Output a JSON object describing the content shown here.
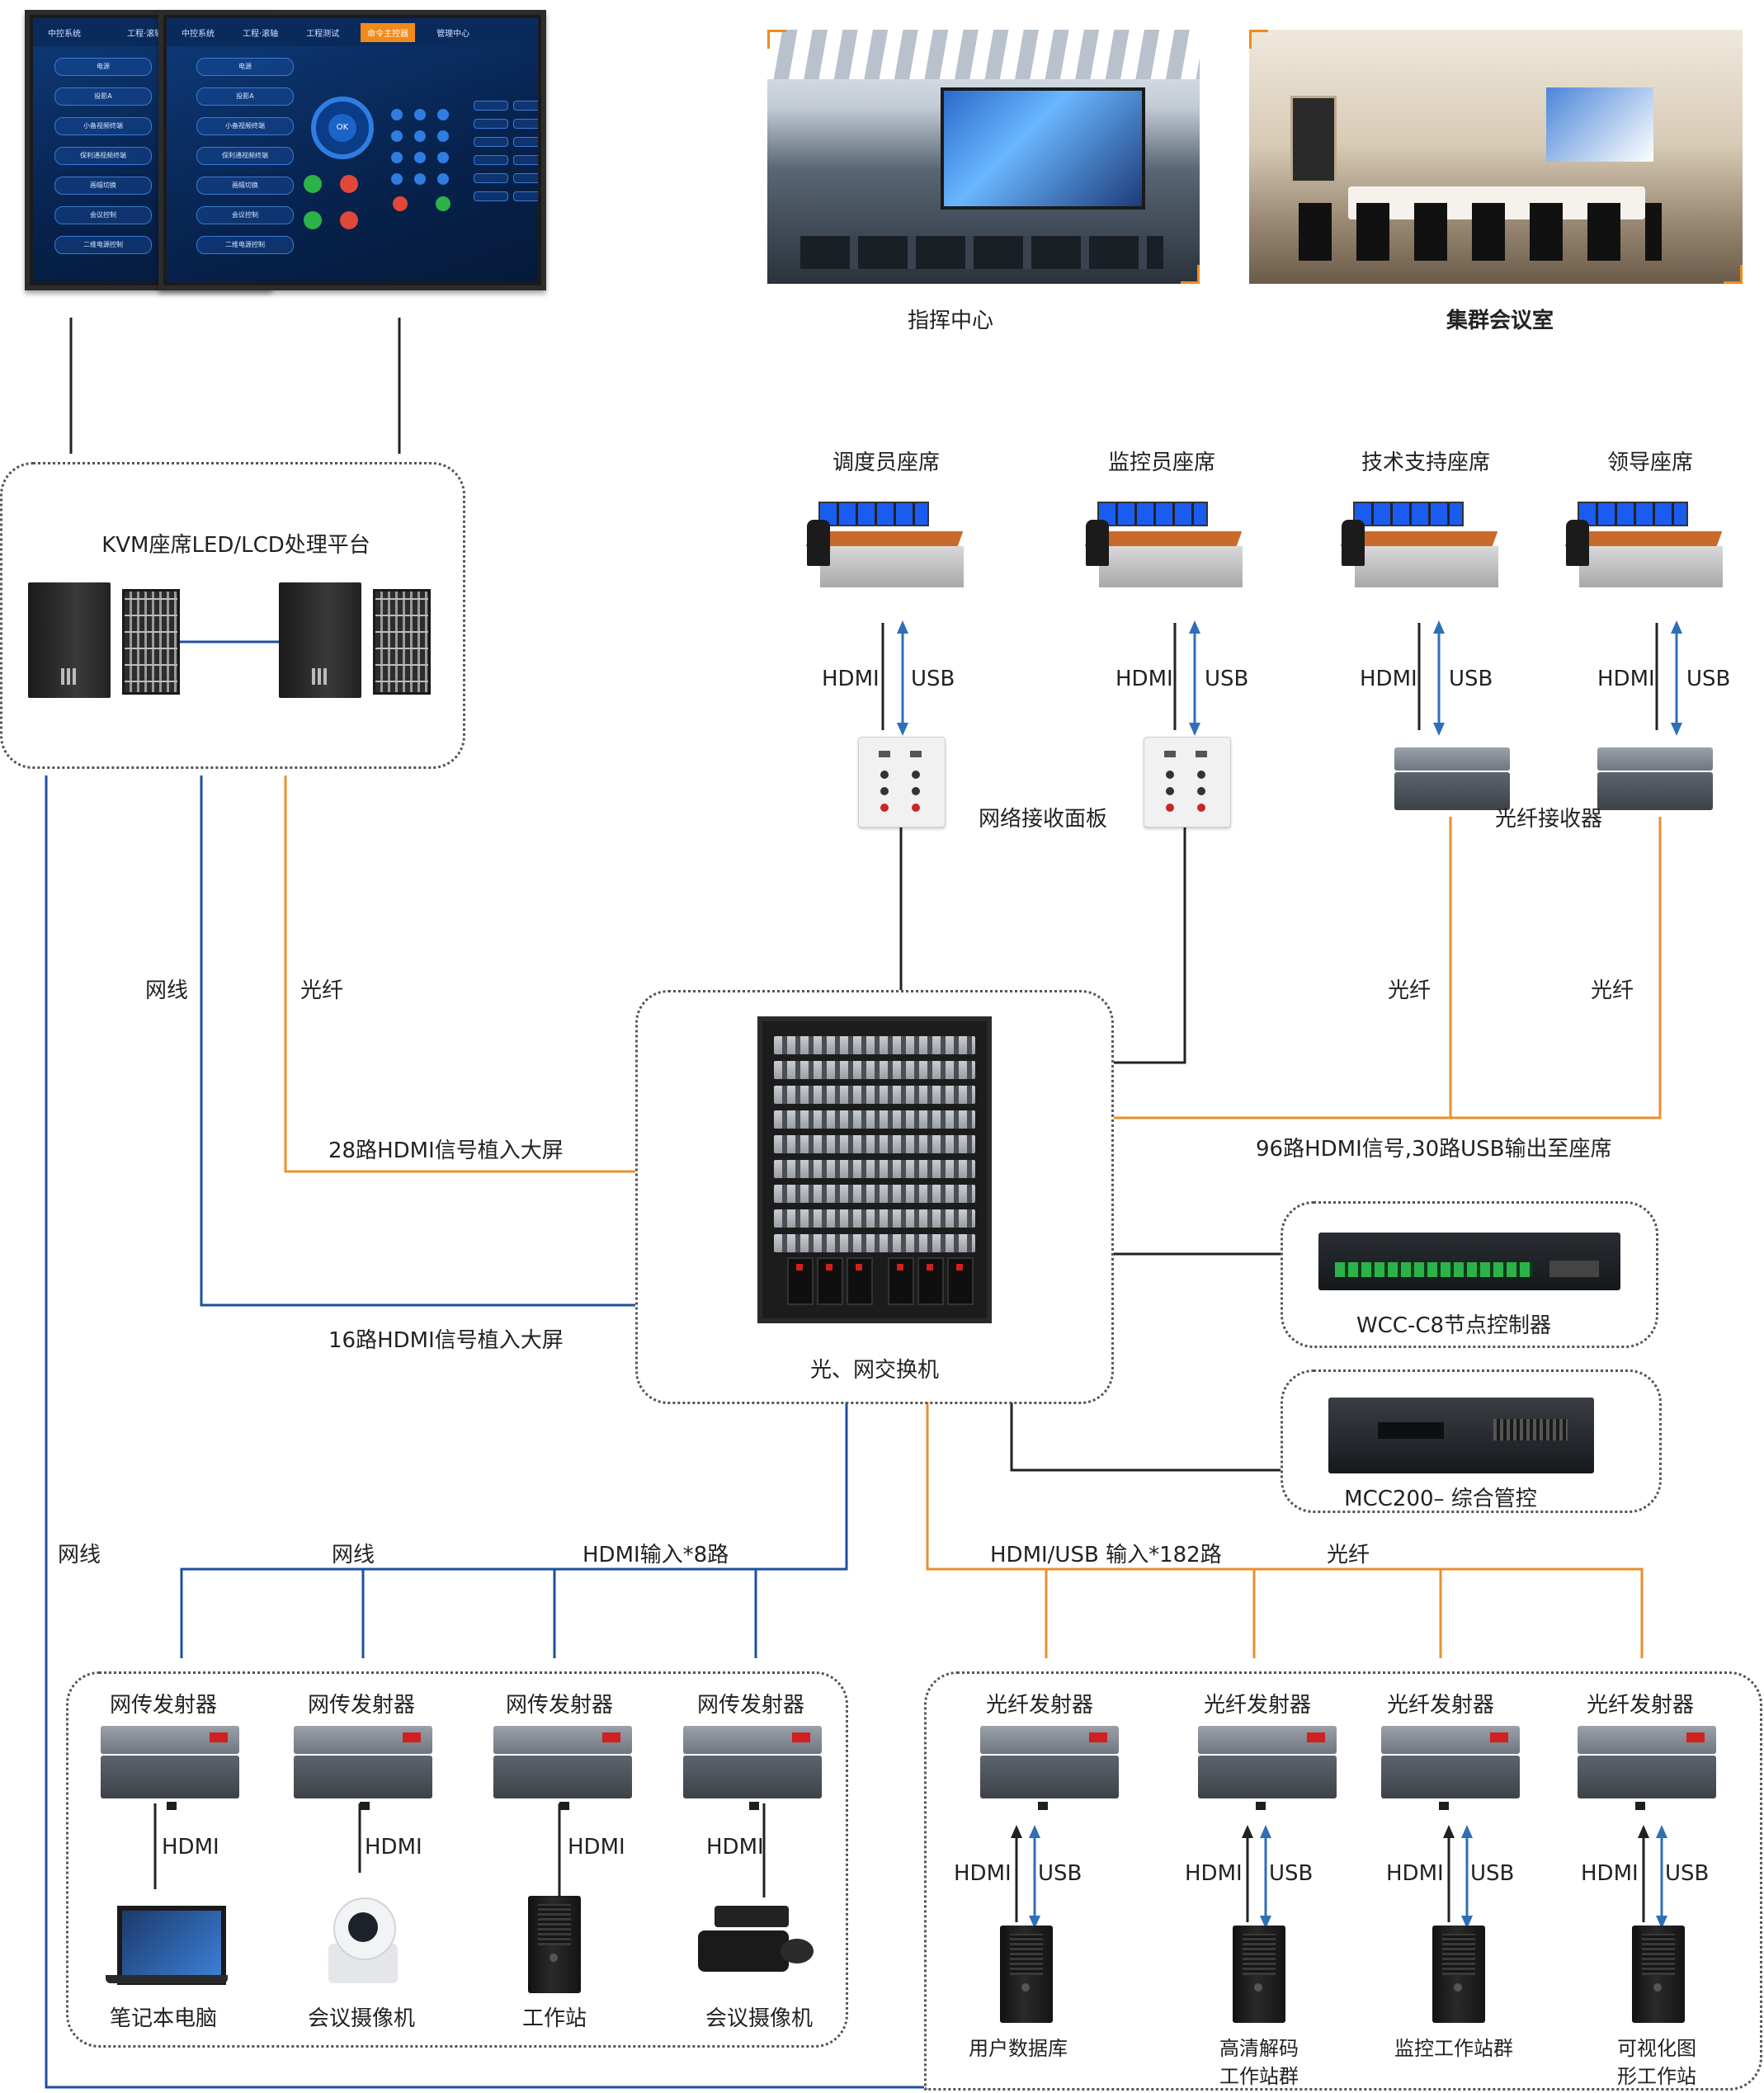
{
  "top_monitors": {
    "tabs_back": [
      "中控系统",
      "工程·滚轴"
    ],
    "tabs_front": [
      "中控系统",
      "工程·滚轴",
      "工程测试",
      "命令主控器",
      "管理中心"
    ],
    "side_buttons": [
      "电源",
      "投影A",
      "小备视频终端",
      "保利通视频终端",
      "画幅切换",
      "会议控制",
      "二维电源控制"
    ]
  },
  "photos": {
    "command_center": "指挥中心",
    "conference_room": "集群会议室"
  },
  "kvm": {
    "title": "KVM座席LED/LCD处理平台"
  },
  "seats": [
    "调度员座席",
    "监控员座席",
    "技术支持座席",
    "领导座席"
  ],
  "seat_link": {
    "hdmi": "HDMI",
    "usb": "USB"
  },
  "receivers": {
    "panel_label": "网络接收面板",
    "fiber_rx_label": "光纤接收器"
  },
  "links": {
    "net": "网线",
    "fiber": "光纤",
    "hdmi28": "28路HDMI信号植入大屏",
    "hdmi16": "16路HDMI信号植入大屏",
    "hdmi96": "96路HDMI信号,30路USB输出至座席",
    "hdmi_in8": "HDMI输入*8路",
    "hdmi_usb182": "HDMI/USB 输入*182路"
  },
  "switch": {
    "label": "光、网交换机"
  },
  "controllers": {
    "wcc": "WCC-C8节点控制器",
    "mcc": "MCC200– 综合管控"
  },
  "net_tx": {
    "title": "网传发射器",
    "hdmi": "HDMI",
    "sources": [
      "笔记本电脑",
      "会议摄像机",
      "工作站",
      "会议摄像机"
    ]
  },
  "fiber_tx": {
    "title": "光纤发射器",
    "hdmi": "HDMI",
    "usb": "USB",
    "sources": [
      "用户数据库",
      "高清解码\n工作站群",
      "监控工作站群",
      "可视化图\n形工作站"
    ]
  },
  "colors": {
    "orange": "#e8902e",
    "blue": "#1f4fa0",
    "black": "#222222",
    "arrow_blue": "#2f6fb8"
  }
}
